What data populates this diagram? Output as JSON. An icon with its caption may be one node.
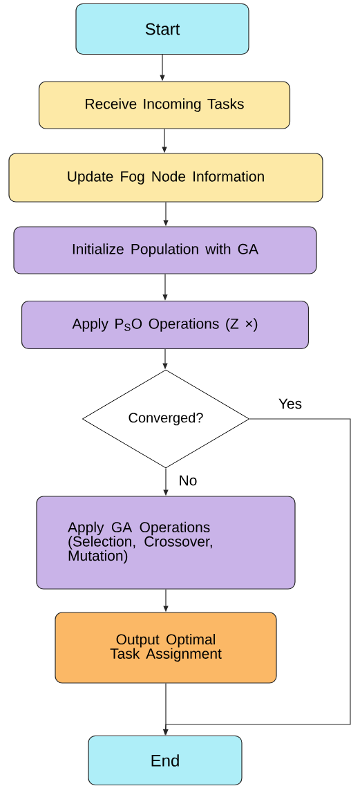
{
  "diagram": {
    "nodes": [
      {
        "text": [
          "Start"
        ]
      },
      {
        "text": [
          "Receive Incoming Tasks"
        ]
      },
      {
        "text": [
          "Update Fog Node Information"
        ]
      },
      {
        "text": [
          "Initialize Population with GA"
        ]
      },
      {
        "text": [
          "Apply P$_{S}$O Operations (Z ×)"
        ]
      },
      {
        "text": [
          "Converged?"
        ]
      },
      {
        "text": [
          "Apply GA Operations (Selection, Crossover, Mutation)"
        ]
      },
      {
        "text": [
          "Output Optimal Task Assignment"
        ]
      },
      {
        "text": [
          "End"
        ]
      }
    ],
    "edges": [
      {
        "from": 0,
        "to": 1,
        "arrow": "to"
      },
      {
        "from": 1,
        "to": 2,
        "arrow": "to"
      },
      {
        "from": 2,
        "to": 3,
        "arrow": "to"
      },
      {
        "from": 3,
        "to": 4,
        "arrow": "to"
      },
      {
        "from": 4,
        "to": 5,
        "arrow": "to"
      },
      {
        "from": 5,
        "to": 8,
        "arrow": "to",
        "label": "Yes"
      },
      {
        "from": 5,
        "to": 6,
        "arrow": "to",
        "label": "No"
      },
      {
        "from": 6,
        "to": 7,
        "arrow": "to"
      },
      {
        "from": 7,
        "to": 8,
        "arrow": "to"
      }
    ]
  }
}
